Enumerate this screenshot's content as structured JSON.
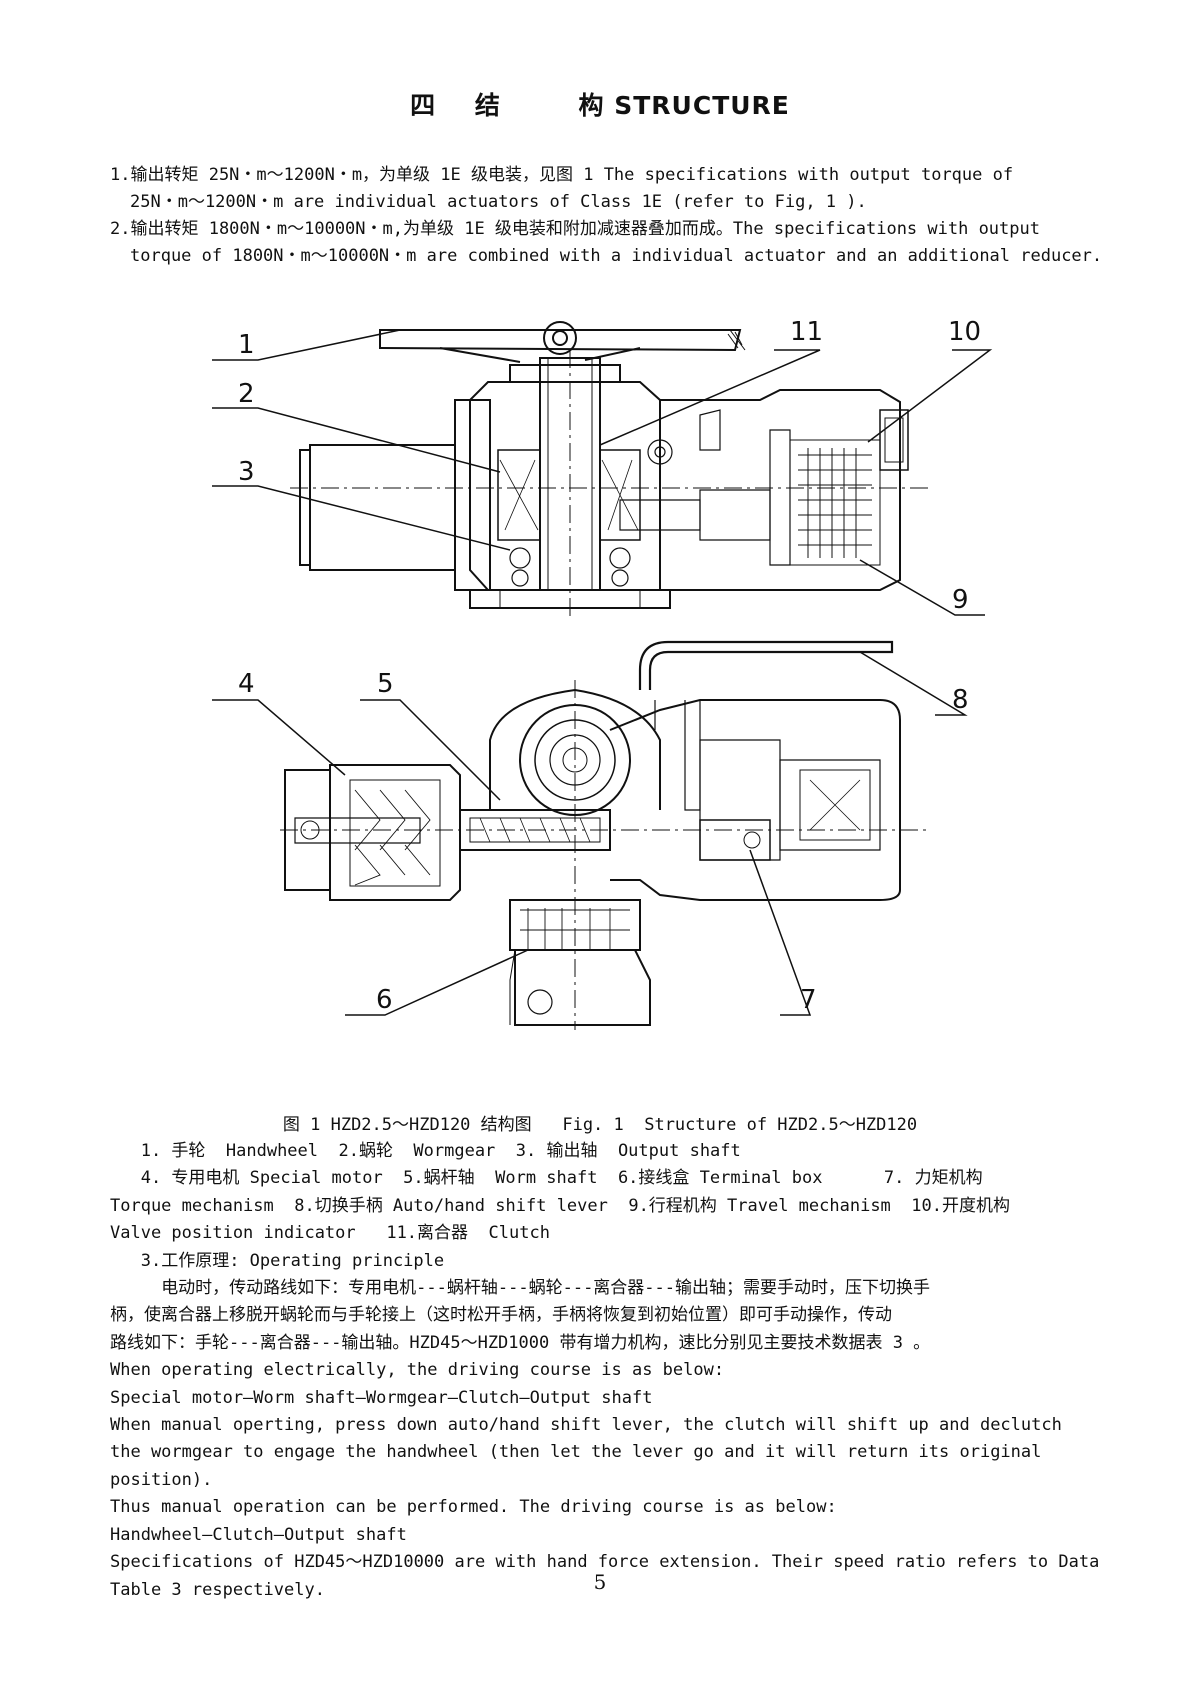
{
  "page": {
    "title": "四    结        构 STRUCTURE",
    "intro": [
      "1.输出转矩 25N・m～1200N・m，为单级 1E 级电装，见图 1  The specifications with output torque of",
      "25N・m～1200N・m are individual actuators of Class 1E (refer to Fig, 1 ).",
      "2.输出转矩 1800N・m～10000N・m,为单级 1E 级电装和附加减速器叠加而成。The specifications with output",
      "torque of 1800N・m～10000N・m are combined with a individual actuator and an additional reducer."
    ],
    "figure": {
      "labels": [
        "1",
        "2",
        "3",
        "4",
        "5",
        "6",
        "7",
        "8",
        "9",
        "10",
        "11"
      ]
    },
    "caption": "图 1 HZD2.5～HZD120 结构图   Fig. 1  Structure of HZD2.5～HZD120",
    "legend": [
      "   1. 手轮  Handwheel  2.蜗轮  Wormgear  3. 输出轴  Output shaft",
      "   4. 专用电机 Special motor  5.蜗杆轴  Worm shaft  6.接线盒 Terminal box      7. 力矩机构",
      "Torque mechanism  8.切换手柄 Auto/hand shift lever  9.行程机构 Travel mechanism  10.开度机构",
      "Valve position indicator   11.离合器  Clutch"
    ],
    "principle": {
      "heading": "   3.工作原理: Operating principle",
      "cn": [
        "     电动时，传动路线如下：专用电机---蜗杆轴---蜗轮---离合器---输出轴；需要手动时，压下切换手",
        "柄，使离合器上移脱开蜗轮而与手轮接上（这时松开手柄，手柄将恢复到初始位置）即可手动操作，传动",
        "路线如下：手轮---离合器---输出轴。HZD45～HZD1000 带有增力机构，速比分别见主要技术数据表 3 。"
      ],
      "en": [
        "When operating electrically, the driving course is as below:",
        "Special motor—Worm shaft—Wormgear—Clutch—Output shaft",
        "When manual operting, press down auto/hand shift lever, the clutch will shift up and declutch",
        "the wormgear to engage the handwheel (then let the lever go and it will return its original position).",
        "Thus manual operation can be performed. The driving course is as below:",
        "Handwheel—Clutch—Output shaft",
        "Specifications of HZD45～HZD10000 are with hand force extension. Their speed ratio refers to Data",
        "Table 3 respectively."
      ]
    },
    "page_number": "5"
  }
}
